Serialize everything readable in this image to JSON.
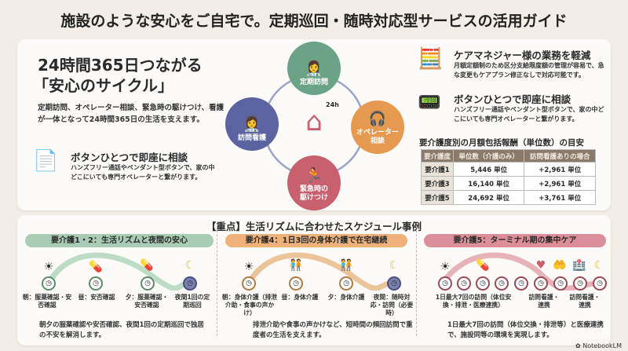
{
  "title": "施設のような安心をご自宅で。定期巡回・随時対応型サービスの活用ガイド",
  "hero": {
    "line1": "24時間365日つながる",
    "line2": "「安心のサイクル」",
    "body": "定期訪問、オペレーター相談、緊急時の駆けつけ、看護が一体となって24時間365日の生活を支えます。"
  },
  "left_feature": {
    "icon": "document-icon",
    "title": "ボタンひとつで即座に相談",
    "body": "ハンズフリー通話やペンダント型ボタンで、家の中どこにいても専門オペレーターと繋がります。"
  },
  "cycle": {
    "center": "24h",
    "nodes": [
      {
        "label": "定期訪問",
        "color": "#6aa386"
      },
      {
        "label": "オペレーター相談",
        "color": "#e59a4f"
      },
      {
        "label": "緊急時の駆けつけ",
        "color": "#c8606e"
      },
      {
        "label": "訪問看護",
        "color": "#5b63a0"
      }
    ]
  },
  "right_features": [
    {
      "icon": "calculator-icon",
      "title": "ケアマネジャー様の業務を軽減",
      "body": "月額定額制のため区分支給限度額の管理が容易で、急な変更もケアプラン修正なしで対応可能です。"
    },
    {
      "icon": "pendant-button-icon",
      "title": "ボタンひとつで即座に相談",
      "body": "ハンズフリー通話やペンダント型ボタンで、家の中どこにいても専門オペレーターと繋がります。"
    }
  ],
  "table": {
    "title": "要介護度別の月額包括報酬（単位数）の目安",
    "headers": [
      "要介護度",
      "単位数（介護のみ）",
      "訪問看護ありの場合"
    ],
    "rows": [
      [
        "要介護1",
        "5,446 単位",
        "+2,961 単位"
      ],
      [
        "要介護3",
        "16,140 単位",
        "+2,961 単位"
      ],
      [
        "要介護5",
        "24,692 単位",
        "+3,761 単位"
      ]
    ]
  },
  "schedule": {
    "title": "【重点】生活リズムに合わせたスケジュール事例",
    "panels": [
      {
        "heading": "要介護1・2：生活リズムと夜間の安心",
        "color": "#a9cdb4",
        "labels": [
          "朝：服薬確認・安否確認",
          "昼：安否確認",
          "夕：服薬確認・安否確認",
          "夜間1回の定期巡回"
        ],
        "desc": "朝夕の服薬確認や安否確認、夜間1回の定期巡回で独居の不安を解消します。"
      },
      {
        "heading": "要介護4：1日3回の身体介護で在宅継続",
        "color": "#eeb27a",
        "labels": [
          "朝：身体介護（排泄介助・食事の声かけ）",
          "昼：身体介護",
          "夕：身体介護",
          "夜間：随時対応・訪問（必要時）"
        ],
        "desc": "排泄介助や食事の声かけなど、短時間の頻回訪問で重度者の生活を支えます。"
      },
      {
        "heading": "要介護5：ターミナル期の集中ケア",
        "color": "#dc8f98",
        "labels": [
          "1日最大7回の訪問（体位安換・排泄・医療連携）",
          "訪問看護・連携",
          "訪問看護・連携"
        ],
        "desc": "1日最大7回の訪問（体位交換・排泄等）と医療連携で、施設同等の環境を実現します。"
      }
    ]
  },
  "footer": {
    "brand": "NotebookLM"
  }
}
